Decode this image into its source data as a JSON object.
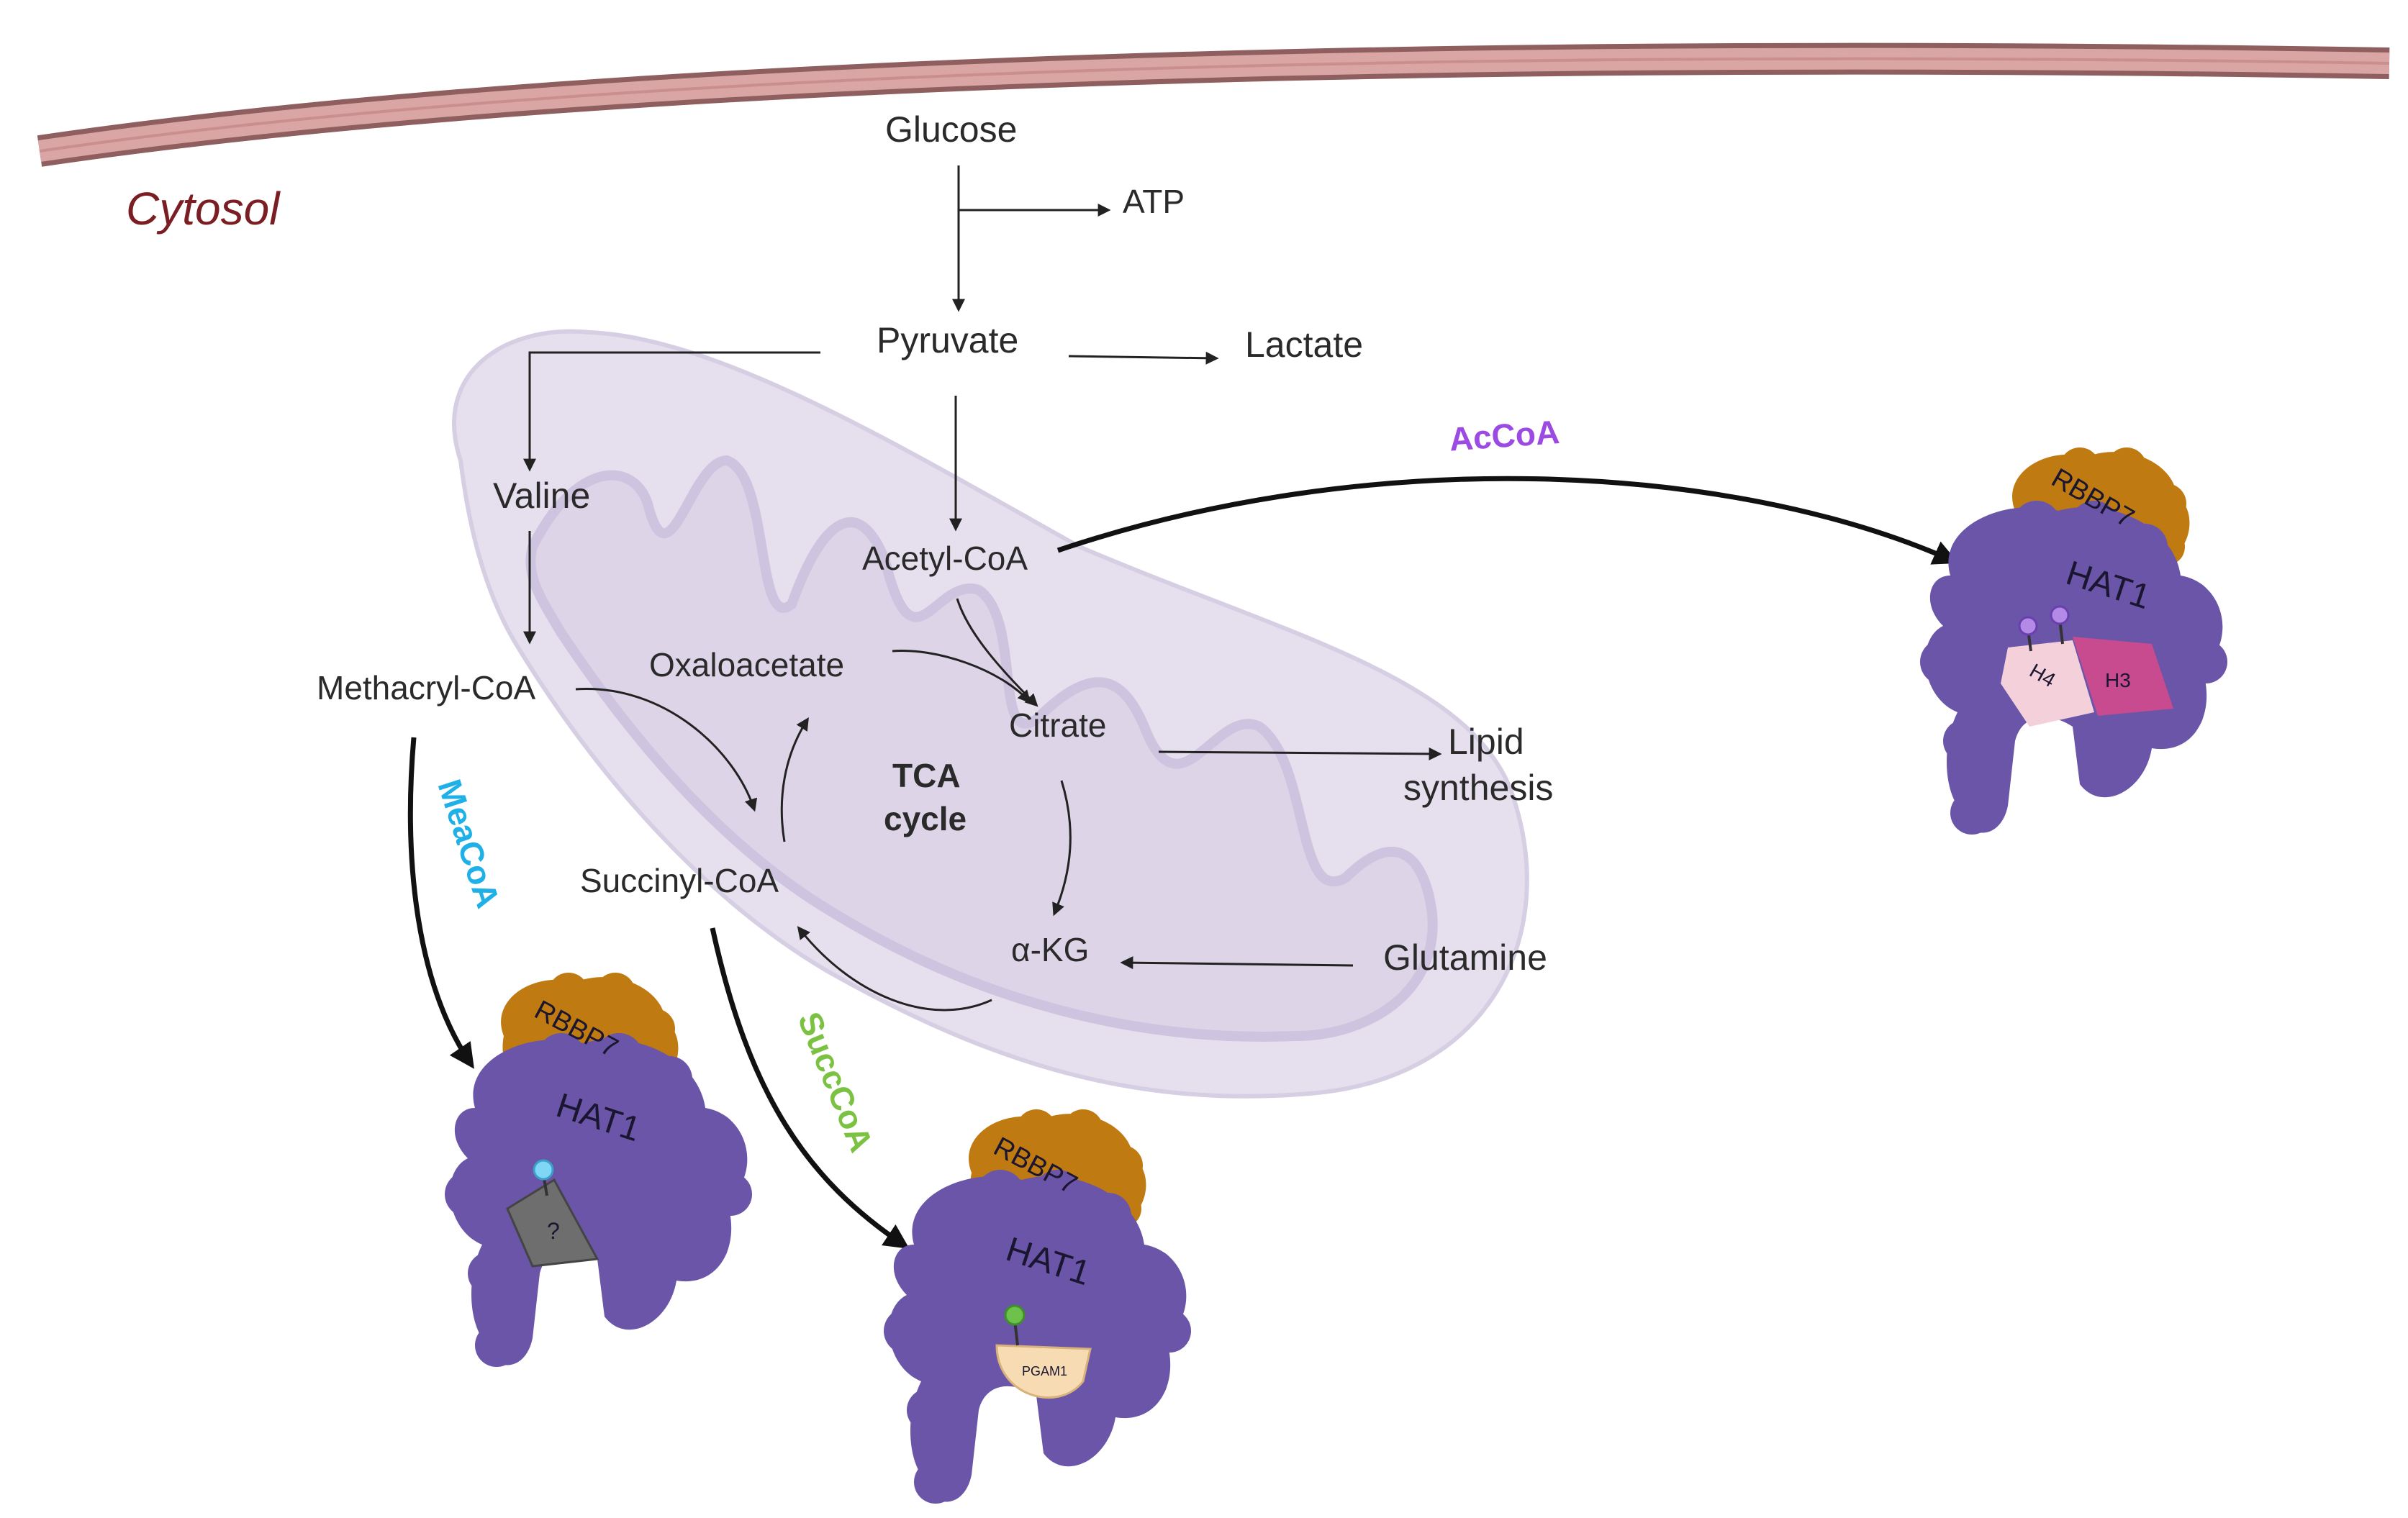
{
  "compartment": {
    "label": "Cytosol"
  },
  "metabolites": {
    "glucose": "Glucose",
    "atp": "ATP",
    "pyruvate": "Pyruvate",
    "lactate": "Lactate",
    "valine": "Valine",
    "acetyl_coa": "Acetyl-CoA",
    "methacryl_coa": "Methacryl-CoA",
    "oxaloacetate": "Oxaloacetate",
    "citrate": "Citrate",
    "lipid_synthesis_line1": "Lipid",
    "lipid_synthesis_line2": "synthesis",
    "succinyl_coa": "Succinyl-CoA",
    "alpha_kg": "α-KG",
    "glutamine": "Glutamine",
    "tca_line1": "TCA",
    "tca_line2": "cycle"
  },
  "pathway_labels": {
    "accoa": {
      "text": "AcCoA",
      "color": "#9b4be3"
    },
    "meacoa": {
      "text": "MeaCoA",
      "color": "#1fb0e8"
    },
    "succcoa": {
      "text": "SuccCoA",
      "color": "#7cc242"
    }
  },
  "complexes": [
    {
      "scaffold": "RBBP7",
      "enzyme": "HAT1",
      "substrate": "H4",
      "substrate2": "H3",
      "mark_color": "#b38be6"
    },
    {
      "scaffold": "RBBP7",
      "enzyme": "HAT1",
      "substrate": "?",
      "mark_color": "#7fd6f5"
    },
    {
      "scaffold": "RBBP7",
      "enzyme": "HAT1",
      "substrate": "PGAM1",
      "mark_color": "#6cc24a"
    }
  ],
  "colors": {
    "membrane": "#c98f8f",
    "mitochondrion": "#e4ddec",
    "hat1": "#6a55a8",
    "rbbp7": "#c07a12"
  }
}
